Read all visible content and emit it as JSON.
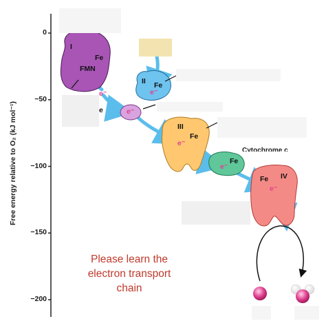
{
  "axis": {
    "ylabel": "Free energy relative to O₂ (kJ mol⁻¹)",
    "ticks": [
      {
        "value": 0,
        "label": "0"
      },
      {
        "value": -50,
        "label": "−50"
      },
      {
        "value": -100,
        "label": "−100"
      },
      {
        "value": -150,
        "label": "−150"
      },
      {
        "value": -200,
        "label": "−200"
      }
    ]
  },
  "complexes": {
    "complex_i": {
      "roman": "I",
      "fe": "Fe",
      "fmn": "FMN"
    },
    "complex_ii": {
      "roman": "II",
      "fe": "Fe"
    },
    "complex_iii": {
      "roman": "III",
      "fe": "Fe"
    },
    "complex_iv": {
      "roman": "IV",
      "fe": "Fe"
    },
    "cytochrome_c": {
      "fe": "Fe",
      "partial_label": "Cytochrome c"
    }
  },
  "electron_label": "e⁻",
  "partial_text_q": "e",
  "note": {
    "line1": "Please learn the",
    "line2": "electron transport",
    "line3": "chain"
  },
  "colors": {
    "complex_i": "#a855b5",
    "complex_ii": "#6ec3ef",
    "q_ellipse": "#d9a3df",
    "complex_iii": "#ffc870",
    "cytochrome_c": "#5fc79a",
    "complex_iv": "#f48a86",
    "arrow": "#3fb2e8",
    "note": "#c0392b",
    "label_box": "#f5f5f5",
    "label_box_yellow": "#f3e3b0"
  }
}
